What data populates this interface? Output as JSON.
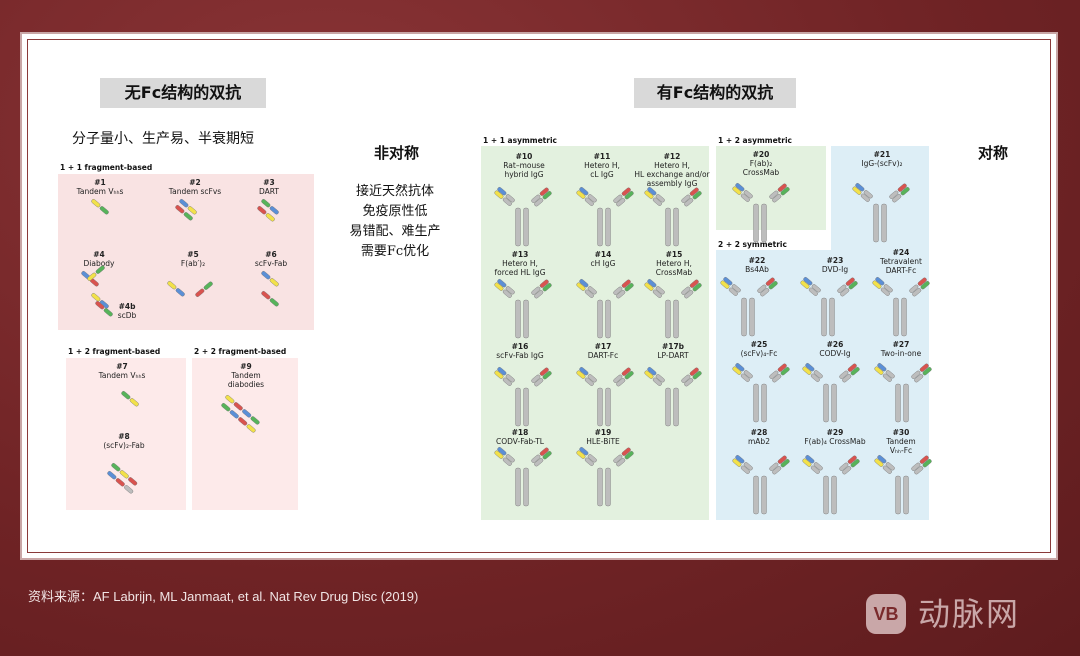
{
  "header_left": "无Fc结构的双抗",
  "header_right": "有Fc结构的双抗",
  "subtitle_left": "分子量小、生产易、半衰期短",
  "label_asym": "非对称",
  "label_sym": "对称",
  "notes": [
    "接近天然抗体",
    "免疫原性低",
    "易错配、难生产",
    "需要Fc优化"
  ],
  "sections": {
    "s11": "1 + 1 fragment-based",
    "s12f": "1 + 2 fragment-based",
    "s22f": "2 + 2 fragment-based",
    "s11a": "1 + 1 asymmetric",
    "s12a": "1 + 2 asymmetric",
    "s22s": "2 + 2 symmetric"
  },
  "items": [
    {
      "id": "i1",
      "num": "#1",
      "label": "Tandem Vₕₕs"
    },
    {
      "id": "i2",
      "num": "#2",
      "label": "Tandem scFvs"
    },
    {
      "id": "i3",
      "num": "#3",
      "label": "DART"
    },
    {
      "id": "i4",
      "num": "#4",
      "label": "Diabody"
    },
    {
      "id": "i4b",
      "num": "#4b",
      "label": "scDb"
    },
    {
      "id": "i5",
      "num": "#5",
      "label": "F(ab′)₂"
    },
    {
      "id": "i6",
      "num": "#6",
      "label": "scFv-Fab"
    },
    {
      "id": "i7",
      "num": "#7",
      "label": "Tandem Vₕₕs"
    },
    {
      "id": "i8",
      "num": "#8",
      "label": "(scFv)₂-Fab"
    },
    {
      "id": "i9",
      "num": "#9",
      "label": "Tandem\ndiabodies"
    },
    {
      "id": "i10",
      "num": "#10",
      "label": "Rat–mouse\nhybrid IgG"
    },
    {
      "id": "i11",
      "num": "#11",
      "label": "Hetero H,\ncL IgG"
    },
    {
      "id": "i12",
      "num": "#12",
      "label": "Hetero H,\nHL exchange and/or\nassembly IgG"
    },
    {
      "id": "i13",
      "num": "#13",
      "label": "Hetero H,\nforced HL IgG"
    },
    {
      "id": "i14",
      "num": "#14",
      "label": "cH IgG"
    },
    {
      "id": "i15",
      "num": "#15",
      "label": "Hetero H,\nCrossMab"
    },
    {
      "id": "i16",
      "num": "#16",
      "label": "scFv-Fab IgG"
    },
    {
      "id": "i17",
      "num": "#17",
      "label": "DART-Fc"
    },
    {
      "id": "i17b",
      "num": "#17b",
      "label": "LP-DART"
    },
    {
      "id": "i18",
      "num": "#18",
      "label": "CODV-Fab-TL"
    },
    {
      "id": "i19",
      "num": "#19",
      "label": "HLE-BiTE"
    },
    {
      "id": "i20",
      "num": "#20",
      "label": "F(ab)₂\nCrossMab"
    },
    {
      "id": "i21",
      "num": "#21",
      "label": "IgG-(scFv)₂"
    },
    {
      "id": "i22",
      "num": "#22",
      "label": "Bs4Ab"
    },
    {
      "id": "i23",
      "num": "#23",
      "label": "DVD-Ig"
    },
    {
      "id": "i24",
      "num": "#24",
      "label": "Tetravalent\nDART-Fc"
    },
    {
      "id": "i25",
      "num": "#25",
      "label": "(scFv)₄-Fc"
    },
    {
      "id": "i26",
      "num": "#26",
      "label": "CODV-Ig"
    },
    {
      "id": "i27",
      "num": "#27",
      "label": "Two-in-one"
    },
    {
      "id": "i28",
      "num": "#28",
      "label": "mAb2"
    },
    {
      "id": "i29",
      "num": "#29",
      "label": "F(ab)₄ CrossMab"
    },
    {
      "id": "i30",
      "num": "#30",
      "label": "Tandem\nVₕₕ-Fc"
    }
  ],
  "source": "资料来源：AF Labrijn, ML Janmaat, et al. Nat Rev Drug Disc (2019)",
  "logo": {
    "badge": "VB",
    "text": "动脉网"
  },
  "colors": {
    "bg": "#7a2a2c",
    "pink": "#f9e3e3",
    "green": "#e3f1df",
    "blue": "#ddeef6",
    "yellow": "#f2e14a",
    "blue_dom": "#5b8fd6",
    "red": "#d9534f",
    "green_dom": "#57b35a",
    "grey": "#bdbdbd"
  }
}
